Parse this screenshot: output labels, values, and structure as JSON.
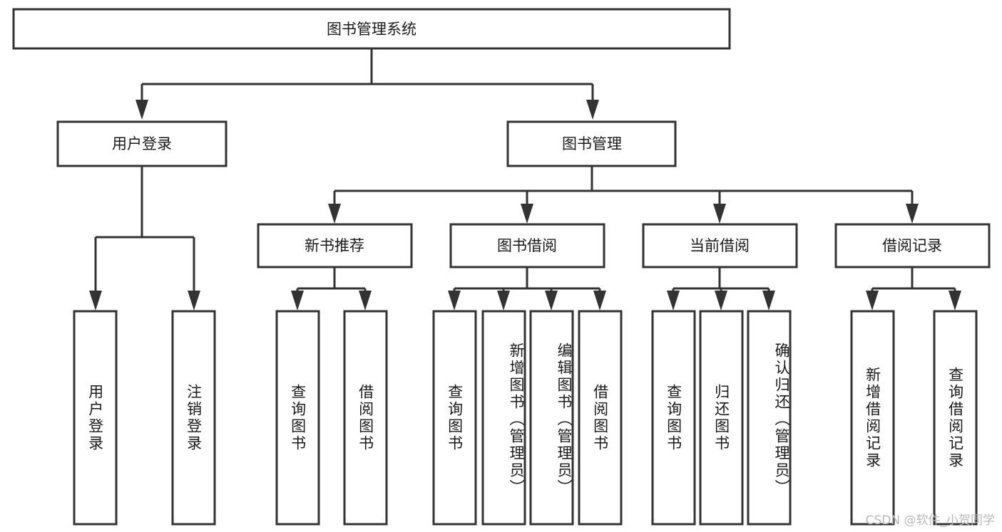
{
  "diagram": {
    "title": "图书管理系统",
    "type": "hierarchy-tree",
    "watermark": "CSDN @软件_小贺同学",
    "root": {
      "id": "root",
      "label": "图书管理系统"
    },
    "level2": [
      {
        "id": "user-login",
        "label": "用户登录"
      },
      {
        "id": "book-management",
        "label": "图书管理"
      }
    ],
    "level3": [
      {
        "id": "new-book-recommend",
        "label": "新书推荐",
        "parent": "book-management"
      },
      {
        "id": "book-borrow",
        "label": "图书借阅",
        "parent": "book-management"
      },
      {
        "id": "current-borrow",
        "label": "当前借阅",
        "parent": "book-management"
      },
      {
        "id": "borrow-record",
        "label": "借阅记录",
        "parent": "book-management"
      }
    ],
    "leaves": [
      {
        "id": "leaf-user-login",
        "label": "用户登录",
        "parent": "user-login",
        "align": "center"
      },
      {
        "id": "leaf-logout-login",
        "label": "注销登录",
        "parent": "user-login",
        "align": "center"
      },
      {
        "id": "leaf-query-book-1",
        "label": "查询图书",
        "parent": "new-book-recommend",
        "align": "center"
      },
      {
        "id": "leaf-borrow-book-1",
        "label": "借阅图书",
        "parent": "new-book-recommend",
        "align": "center"
      },
      {
        "id": "leaf-query-book-2",
        "label": "查询图书",
        "parent": "book-borrow",
        "align": "center"
      },
      {
        "id": "leaf-add-book",
        "label": "新增图书（管理员）",
        "parent": "book-borrow",
        "align": "top"
      },
      {
        "id": "leaf-edit-book",
        "label": "编辑图书（管理员）",
        "parent": "book-borrow",
        "align": "top"
      },
      {
        "id": "leaf-borrow-book-2",
        "label": "借阅图书",
        "parent": "book-borrow",
        "align": "center"
      },
      {
        "id": "leaf-query-book-3",
        "label": "查询图书",
        "parent": "current-borrow",
        "align": "center"
      },
      {
        "id": "leaf-return-book",
        "label": "归还图书",
        "parent": "current-borrow",
        "align": "center"
      },
      {
        "id": "leaf-confirm-return",
        "label": "确认归还（管理员）",
        "parent": "current-borrow",
        "align": "top"
      },
      {
        "id": "leaf-add-record",
        "label": "新增借阅记录",
        "parent": "borrow-record",
        "align": "center"
      },
      {
        "id": "leaf-query-record",
        "label": "查询借阅记录",
        "parent": "borrow-record",
        "align": "center"
      }
    ],
    "colors": {
      "stroke": "#333333",
      "fill": "#ffffff",
      "text": "#1a1a1a",
      "watermark": "#b9b9b9"
    }
  }
}
